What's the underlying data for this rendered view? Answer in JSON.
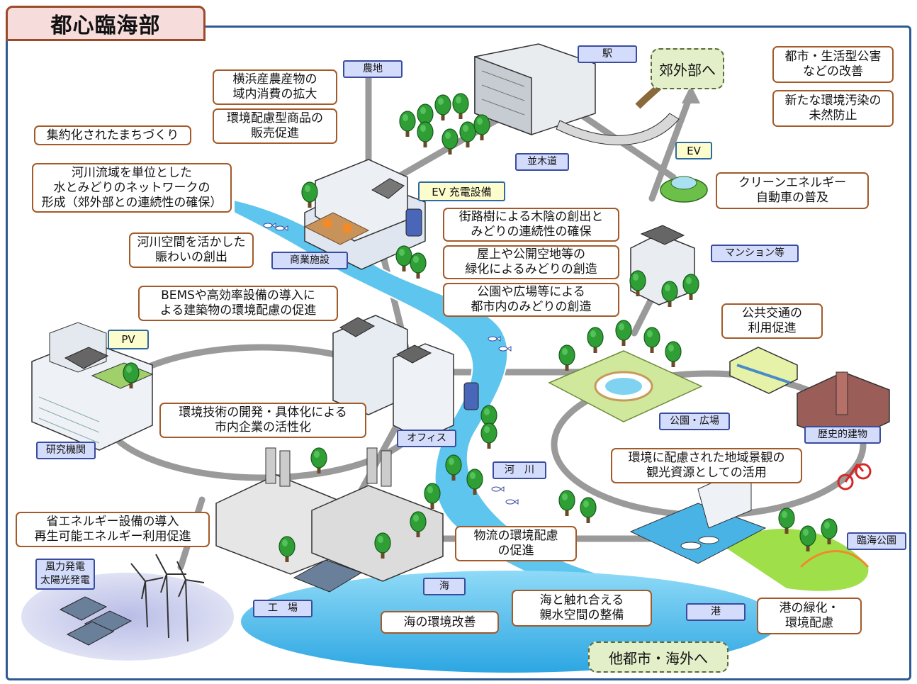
{
  "title": "都心臨海部",
  "callouts": {
    "yokohama": "横浜産農産物の\n域内消費の拡大",
    "eco_products": "環境配慮型商品の\n販売促進",
    "compact_city": "集約化されたまちづくり",
    "river_network": "河川流域を単位とした\n水とみどりのネットワークの\n形成（郊外部との連続性の確保）",
    "river_space": "河川空間を活かした\n賑わいの創出",
    "bems": "BEMSや高効率設備の導入に\nよる建築物の環境配慮の促進",
    "env_tech": "環境技術の開発・具体化による\n市内企業の活性化",
    "energy_saving": "省エネルギー設備の導入\n再生可能エネルギー利用促進",
    "street_trees": "街路樹による木陰の創出と\nみどりの連続性の確保",
    "rooftop": "屋上や公開空地等の\n緑化によるみどりの創造",
    "parks": "公園や広場等による\n都市内のみどりの創造",
    "clean_car": "クリーンエネルギー\n自動車の普及",
    "pollution": "都市・生活型公害\nなどの改善",
    "new_pollution": "新たな環境汚染の\n未然防止",
    "public_transit": "公共交通の\n利用促進",
    "landscape": "環境に配慮された地域景観の\n観光資源としての活用",
    "logistics": "物流の環境配慮\nの促進",
    "waterfront": "海と触れ合える\n親水空間の整備",
    "sea_improve": "海の環境改善",
    "port_green": "港の緑化・\n環境配慮"
  },
  "tags": {
    "farmland": "農地",
    "station": "駅",
    "tree_lined": "並木道",
    "commercial": "商業施設",
    "mansion": "マンション等",
    "office": "オフィス",
    "research": "研究機関",
    "park_plaza": "公園・広場",
    "historic": "歴史的建物",
    "river": "河　川",
    "coastal_park": "臨海公園",
    "sea": "海",
    "factory": "工　場",
    "port": "港",
    "wind_solar": "風力発電\n太陽光発電"
  },
  "yellow_tags": {
    "ev": "EV",
    "ev_charger": "EV 充電設備",
    "pv": "PV"
  },
  "destinations": {
    "suburb": "郊外部へ",
    "other_cities": "他都市・海外へ"
  },
  "colors": {
    "frame": "#2d5a92",
    "title_bg": "#f7dcdc",
    "callout_border": "#a35a28",
    "tag_bg": "#d4dcfb",
    "river": "#5ec6ee",
    "sea": "#3daee6",
    "tree": "#2f9e35",
    "road": "#9a9a9a"
  }
}
